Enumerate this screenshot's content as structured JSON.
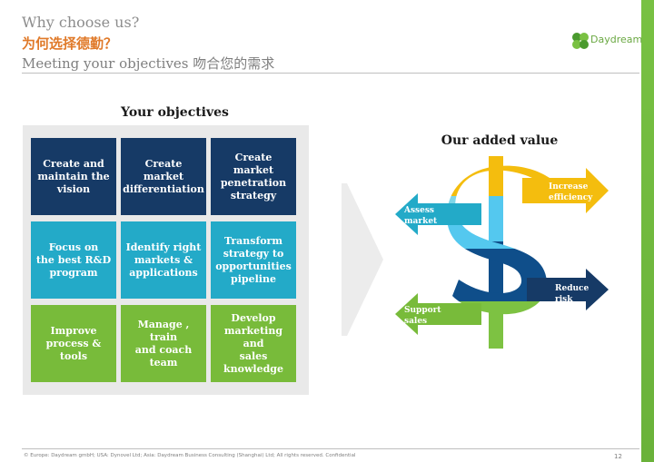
{
  "header": {
    "title_en": "Why choose us?",
    "title_cn": "为何选择德勤？",
    "subtitle": "Meeting your objectives 吻合您的需求"
  },
  "logo": {
    "text": "Daydream"
  },
  "objectives": {
    "title": "Your objectives",
    "tiles": [
      "Create and\nmaintain the\nvision",
      "Create\nmarket\ndifferentiation",
      "Create market\npenetration\nstrategy",
      "Focus on\nthe best R&D\nprogram",
      "Identify right\nmarkets &\napplications",
      "Transform\nstrategy to\nopportunities\npipeline",
      "Improve\nprocess &\ntools",
      "Manage , train\nand coach\nteam",
      "Develop\nmarketing and\nsales\nknowledge"
    ]
  },
  "added_value": {
    "title": "Our added value",
    "labels": {
      "increase": "Increase\nefficiency",
      "assess": "Assess\nmarket",
      "reduce": "Reduce\nrisk",
      "support": "Support\nsales"
    }
  },
  "colors": {
    "navy": "#163a66",
    "teal": "#23aac8",
    "green": "#78bb3a",
    "yellow": "#f4bd0e",
    "light_blue": "#54c8ef",
    "dark_blue": "#0f4e8a"
  },
  "footer": {
    "copyright": "© Europe: Daydream gmbH; USA: Dynovel Ltd; Asia: Daydream Business Consulting (Shanghai) Ltd; All rights reserved. Confidential",
    "page_number": "12"
  }
}
